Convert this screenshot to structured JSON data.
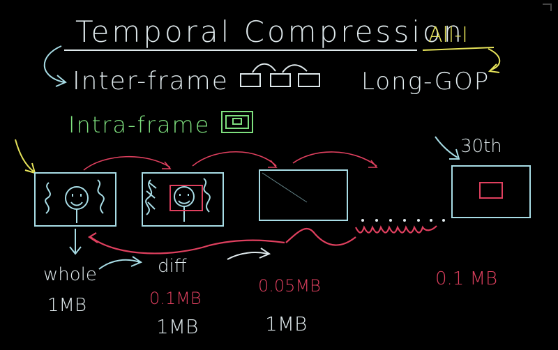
{
  "colors": {
    "background": "#000000",
    "chalk_blue": "#a8dde6",
    "chalk_white": "#dfe9ec",
    "chalk_green": "#7ee07e",
    "chalk_yellow": "#e6e35a",
    "chalk_red": "#e0405f"
  },
  "heading": {
    "title": "Temporal Compression",
    "all_i": "All-I"
  },
  "methods": {
    "inter_frame": "Inter-frame",
    "long_gop": "Long-GOP",
    "intra_frame": "Intra-frame"
  },
  "frames": {
    "thirtieth": "30th",
    "whole": "whole",
    "diff": "diff",
    "size_red_1": "0.1MB",
    "size_red_2": "0.05MB",
    "size_red_3": "0.1 MB",
    "size_white_1": "1MB",
    "size_white_2": "1MB",
    "size_white_3": "1MB"
  }
}
